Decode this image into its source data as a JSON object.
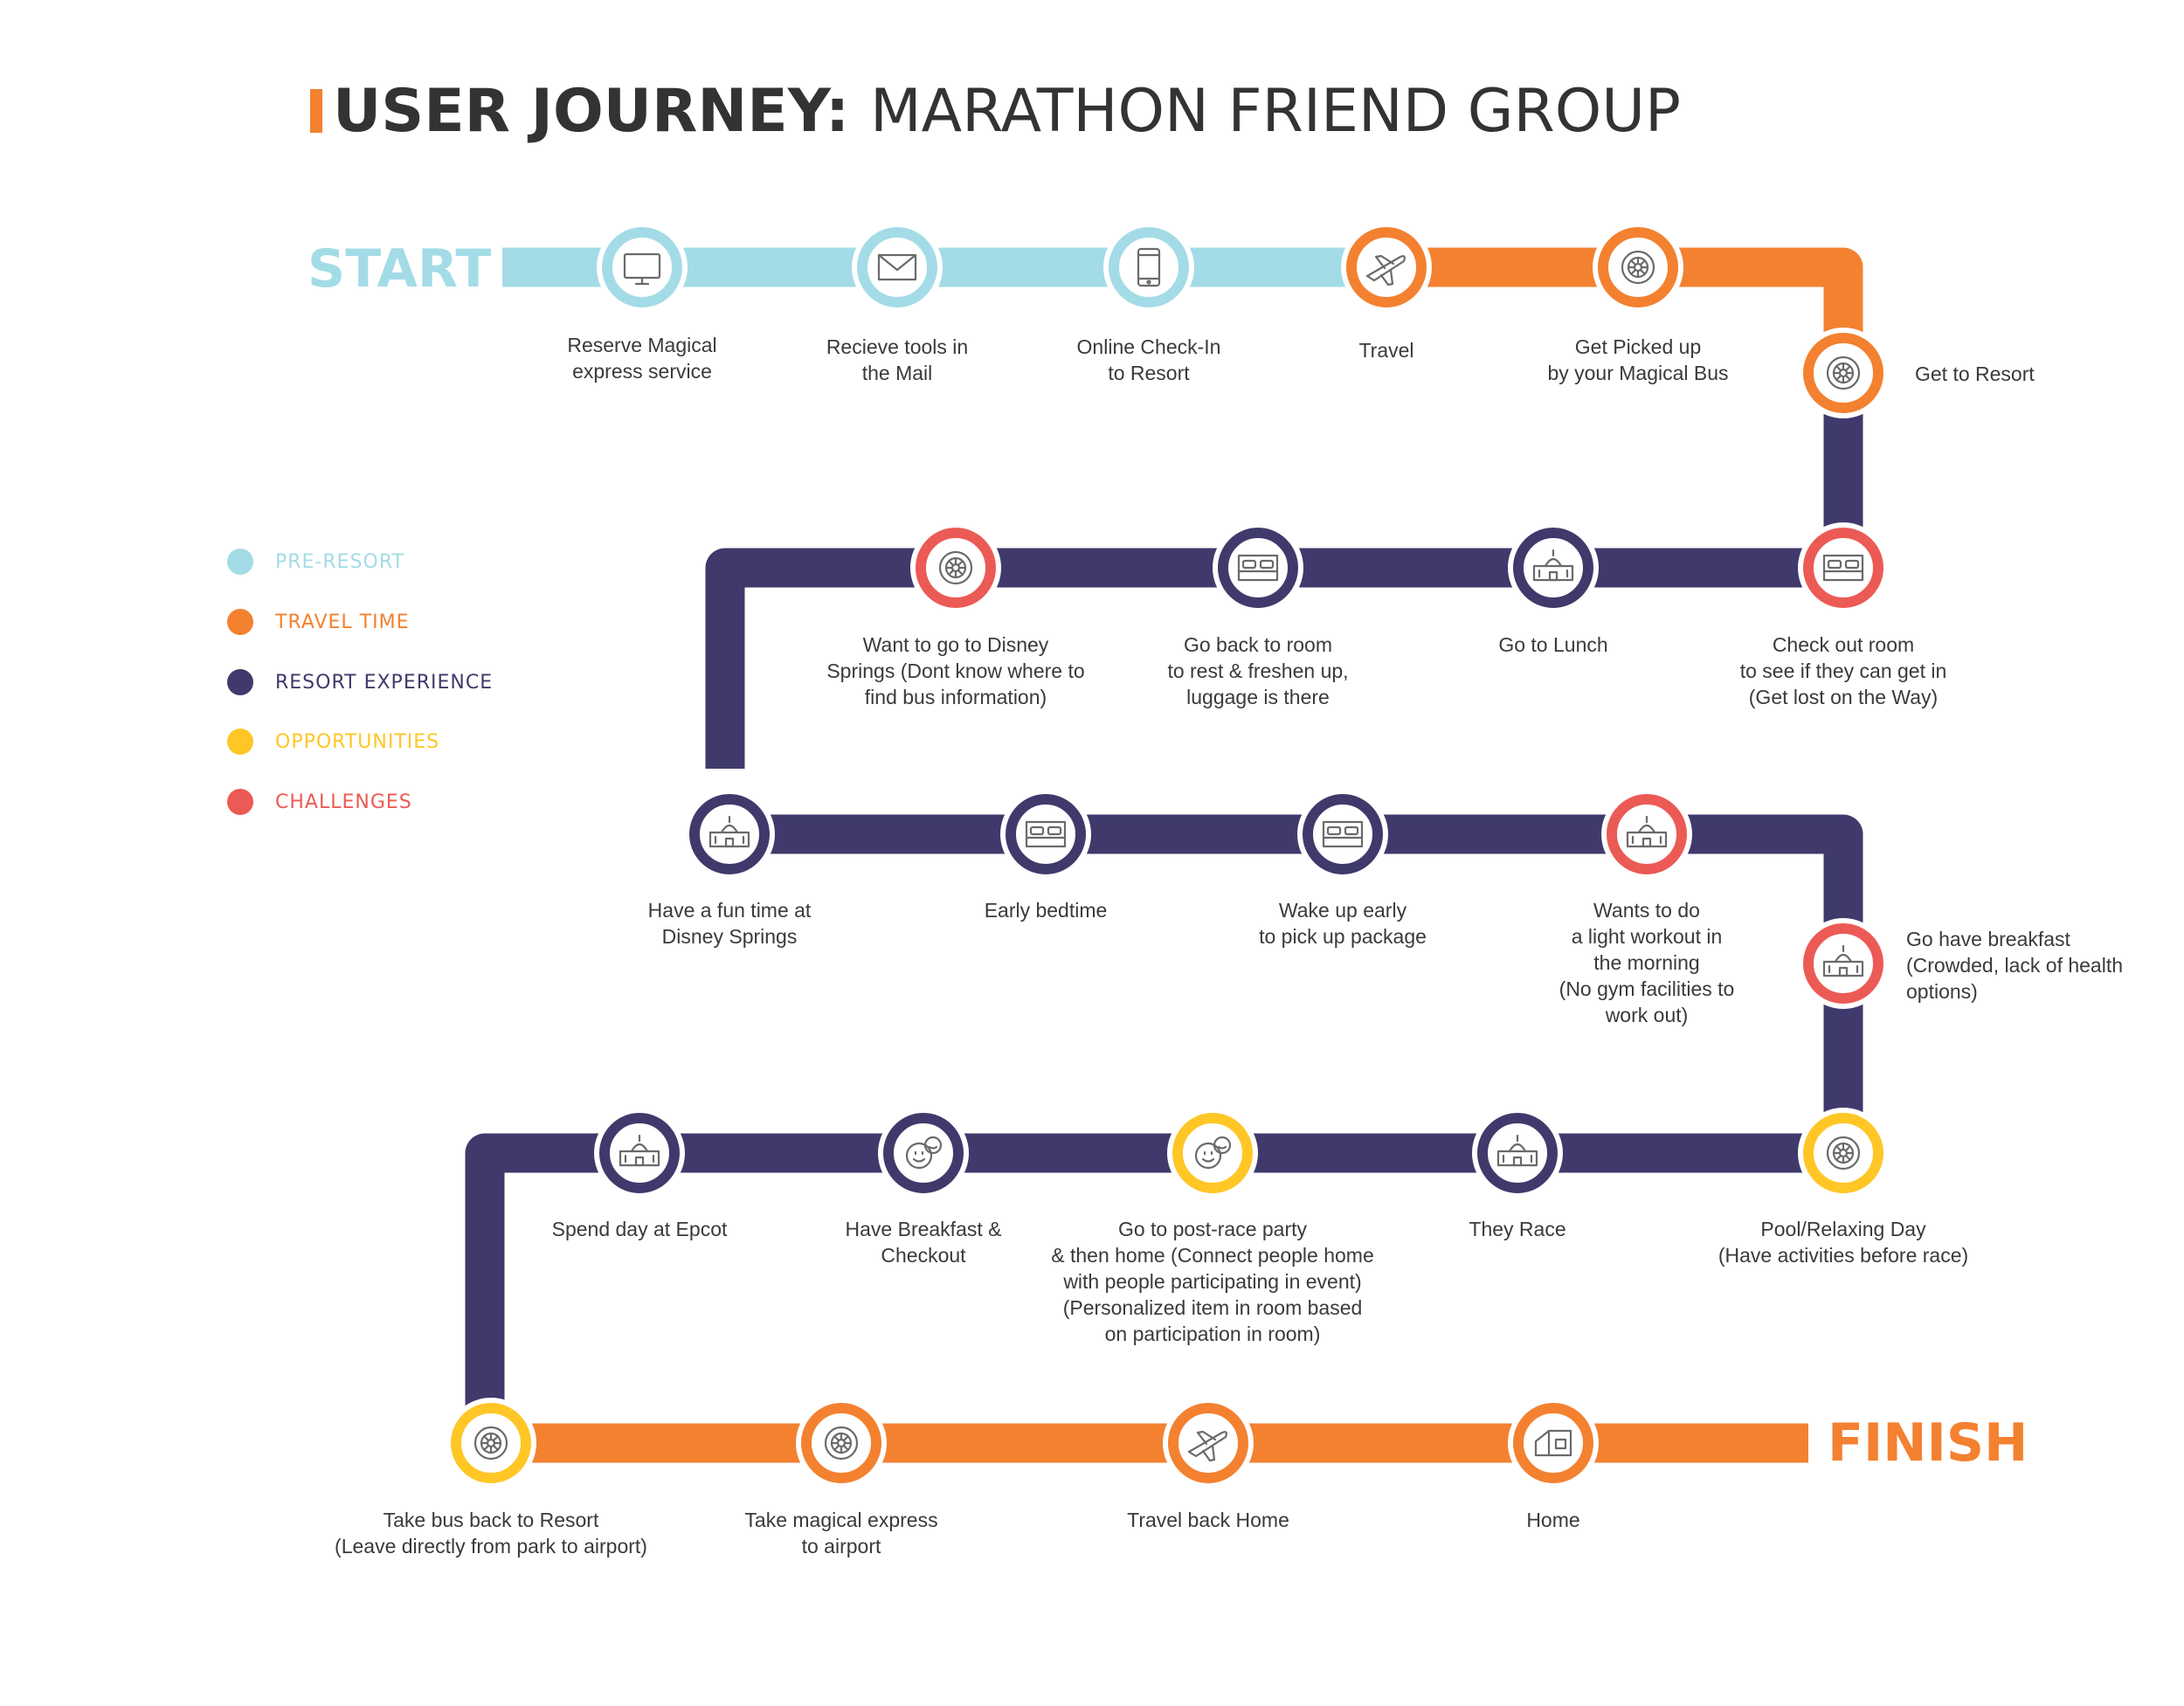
{
  "title": {
    "bold": "USER JOURNEY:",
    "rest": "MARATHON FRIEND GROUP"
  },
  "start_label": "START",
  "finish_label": "FINISH",
  "colors": {
    "pre_resort": "#a3dce6",
    "travel_time": "#f38130",
    "resort_experience": "#3f3a6b",
    "opportunities": "#ffc626",
    "challenges": "#ec5a55"
  },
  "legend": [
    {
      "key": "pre_resort",
      "label": "PRE-RESORT"
    },
    {
      "key": "travel_time",
      "label": "TRAVEL TIME"
    },
    {
      "key": "resort_experience",
      "label": "RESORT EXPERIENCE"
    },
    {
      "key": "opportunities",
      "label": "OPPORTUNITIES"
    },
    {
      "key": "challenges",
      "label": "CHALLENGES"
    }
  ],
  "steps": [
    {
      "label": "Reserve Magical\nexpress service",
      "category": "pre_resort",
      "icon": "tv-icon"
    },
    {
      "label": "Recieve tools in\nthe Mail",
      "category": "pre_resort",
      "icon": "mail-icon"
    },
    {
      "label": "Online Check-In\nto Resort",
      "category": "pre_resort",
      "icon": "phone-icon"
    },
    {
      "label": "Travel",
      "category": "travel_time",
      "icon": "plane-icon"
    },
    {
      "label": "Get Picked up\nby your Magical Bus",
      "category": "travel_time",
      "icon": "wheel-icon"
    },
    {
      "label": "Get to Resort",
      "category": "travel_time",
      "icon": "wheel-icon"
    },
    {
      "label": "Check out room\nto see if they can get in\n(Get lost on the Way)",
      "category": "challenges",
      "icon": "bed-icon"
    },
    {
      "label": "Go to Lunch",
      "category": "resort_experience",
      "icon": "building-icon"
    },
    {
      "label": "Go back to room\nto rest & freshen up,\nluggage is there",
      "category": "resort_experience",
      "icon": "bed-icon"
    },
    {
      "label": "Want to go to Disney\nSprings (Dont know where to\nfind bus information)",
      "category": "challenges",
      "icon": "wheel-icon"
    },
    {
      "label": "Have a fun time at\nDisney Springs",
      "category": "resort_experience",
      "icon": "building-icon"
    },
    {
      "label": "Early bedtime",
      "category": "resort_experience",
      "icon": "bed-icon"
    },
    {
      "label": "Wake up early\nto pick up package",
      "category": "resort_experience",
      "icon": "bed-icon"
    },
    {
      "label": "Wants to do\na light workout in\nthe morning\n(No gym facilities to\nwork out)",
      "category": "challenges",
      "icon": "building-icon"
    },
    {
      "label": "Go have breakfast\n(Crowded, lack of health\noptions)",
      "category": "challenges",
      "icon": "building-icon"
    },
    {
      "label": "Pool/Relaxing Day\n(Have activities before race)",
      "category": "opportunities",
      "icon": "wheel-icon"
    },
    {
      "label": "They Race",
      "category": "resort_experience",
      "icon": "building-icon"
    },
    {
      "label": "Go to post-race party\n& then home (Connect people home\nwith people participating in event)\n(Personalized item in room based\non participation in room)",
      "category": "opportunities",
      "icon": "faces-icon"
    },
    {
      "label": "Have Breakfast &\nCheckout",
      "category": "resort_experience",
      "icon": "faces-icon"
    },
    {
      "label": "Spend day at Epcot",
      "category": "resort_experience",
      "icon": "building-icon"
    },
    {
      "label": "Take bus back to Resort\n(Leave directly from park to airport)",
      "category": "opportunities",
      "icon": "wheel-icon"
    },
    {
      "label": "Take magical express\nto airport",
      "category": "travel_time",
      "icon": "wheel-icon"
    },
    {
      "label": "Travel back Home",
      "category": "travel_time",
      "icon": "plane-icon"
    },
    {
      "label": "Home",
      "category": "travel_time",
      "icon": "house-icon"
    }
  ]
}
